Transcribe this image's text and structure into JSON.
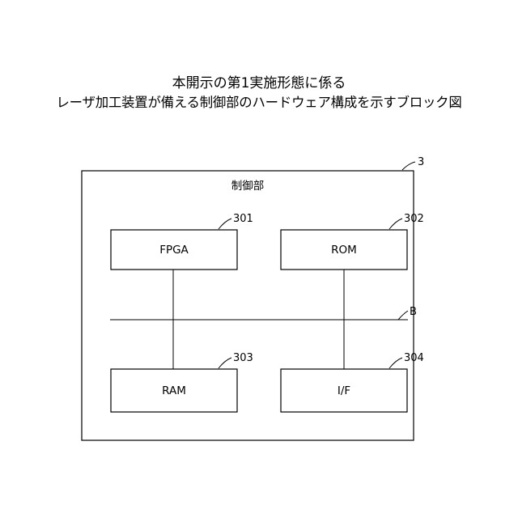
{
  "title": {
    "line1": "本開示の第1実施形態に係る",
    "line2": "レーザ加工装置が備える制御部のハードウェア構成を示すブロック図"
  },
  "diagram": {
    "outer": {
      "ref": "3",
      "label": "制御部"
    },
    "bus": {
      "ref": "B"
    },
    "blocks": {
      "fpga": {
        "label": "FPGA",
        "ref": "301"
      },
      "rom": {
        "label": "ROM",
        "ref": "302"
      },
      "ram": {
        "label": "RAM",
        "ref": "303"
      },
      "if": {
        "label": "I/F",
        "ref": "304"
      }
    }
  },
  "colors": {
    "line": "#000000",
    "background": "#ffffff"
  }
}
